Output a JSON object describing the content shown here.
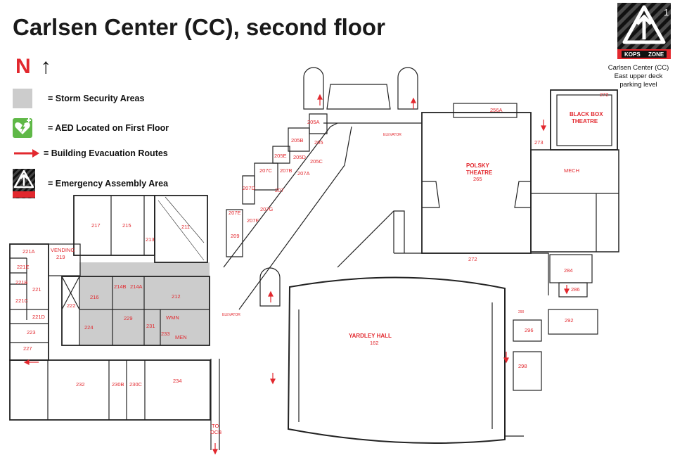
{
  "title": "Carlsen Center (CC), second floor",
  "north": {
    "letter": "N"
  },
  "legend": {
    "storm": "= Storm Security Areas",
    "aed": "= AED Located on First Floor",
    "evac": "= Building Evacuation Routes",
    "assembly": "= Emergency Assembly Area"
  },
  "kops": {
    "number": "1",
    "label": "KOPS",
    "label2": "ZONE",
    "caption_line1": "Carlsen Center (CC)",
    "caption_line2": "East upper deck",
    "caption_line3": "parking level"
  },
  "colors": {
    "room_label": "#e2282e",
    "walls": "#222222",
    "storm_area": "#cccccc",
    "aed": "#5fb847",
    "evac_arrow": "#e2282e"
  },
  "rooms": {
    "r217": "217",
    "r215": "215",
    "r213": "213",
    "r211": "211",
    "r221a": "221A",
    "r221e": "221E",
    "r221b": "221B",
    "r221": "221",
    "r221c": "221C",
    "r221d": "221D",
    "r223": "223",
    "r227": "227",
    "vending": "VENDING",
    "r219": "219",
    "r216": "216",
    "r214b": "214B",
    "r214a": "214A",
    "r212": "212",
    "r222": "222",
    "r224": "224",
    "r229": "229",
    "r231": "231",
    "r233": "233",
    "wmn": "WMN",
    "men": "MEN",
    "r232": "232",
    "r230b": "230B",
    "r230c": "230C",
    "r234": "234",
    "r209": "209",
    "r207e": "207E",
    "r207f": "207F",
    "r207g": "207G",
    "r207d": "207D",
    "r207": "207",
    "r207c": "207C",
    "r207b": "207B",
    "r207a": "207A",
    "r205e": "205E",
    "r205d": "205D",
    "r205c": "205C",
    "r205b": "205B",
    "r205": "205",
    "r205a": "205A",
    "elevator1": "ELEVATOR",
    "elevator2": "ELEVATOR",
    "r256a": "256A",
    "polsky1": "POLSKY",
    "polsky2": "THEATRE",
    "r265": "265",
    "r272a": "272",
    "blackbox1": "BLACK BOX",
    "blackbox2": "THEATRE",
    "r273": "273",
    "mech": "MECH",
    "r272b": "272",
    "r284": "284",
    "r286": "286",
    "r292": "292",
    "r290": "290",
    "r296": "296",
    "r298": "298",
    "yardley": "YARDLEY HALL",
    "r162": "162",
    "to": "TO",
    "ocb": "OCB"
  }
}
